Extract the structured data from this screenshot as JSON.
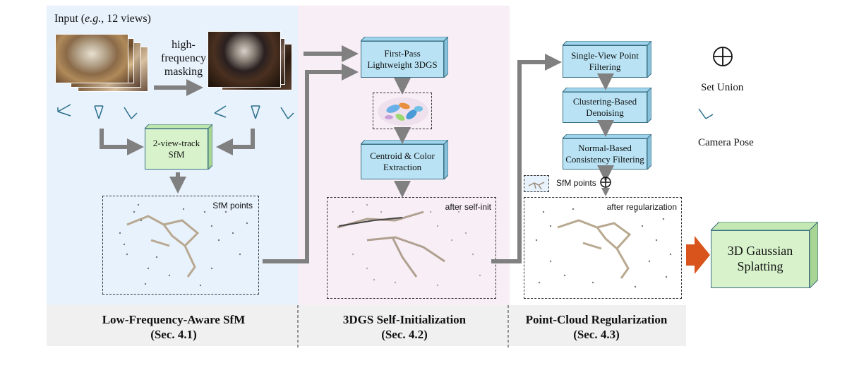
{
  "input_label_prefix": "Input (",
  "input_label_eg": "e.g.,",
  "input_label_suffix": "  12 views)",
  "masking_line1": "high-",
  "masking_line2": "frequency",
  "masking_line3": "masking",
  "sfm_box_line1": "2-view-track",
  "sfm_box_line2": "SfM",
  "sfm_points_label": "SfM points",
  "first_pass_line1": "First-Pass",
  "first_pass_line2": "Lightweight 3DGS",
  "centroid_line1": "Centroid & Color",
  "centroid_line2": "Extraction",
  "after_self_init_label": "after self-init",
  "single_view_line1": "Single-View Point",
  "single_view_line2": "Filtering",
  "clustering_line1": "Clustering-Based",
  "clustering_line2": "Denoising",
  "normal_line1": "Normal-Based",
  "normal_line2": "Consistency Filtering",
  "sfm_points_union_label": "SfM points",
  "after_regularization_label": "after regularization",
  "gaussian_line1": "3D Gaussian",
  "gaussian_line2": "Splatting",
  "legend_union_label": "Set Union",
  "legend_camera_label": "Camera Pose",
  "section1_title": "Low-Frequency-Aware SfM",
  "section1_ref": "(Sec. 4.1)",
  "section2_title": "3DGS Self-Initialization",
  "section2_ref": "(Sec. 4.2)",
  "section3_title": "Point-Cloud Regularization",
  "section3_ref": "(Sec. 4.3)",
  "colors": {
    "panel1_bg": "#e8f2fc",
    "panel2_bg": "#f8eef6",
    "footer_bg": "#f0f0f0",
    "box_blue": "#b9e3f5",
    "box_green": "#d8f3cc",
    "arrow_gray": "#808080",
    "arrow_orange": "#d9541c"
  }
}
